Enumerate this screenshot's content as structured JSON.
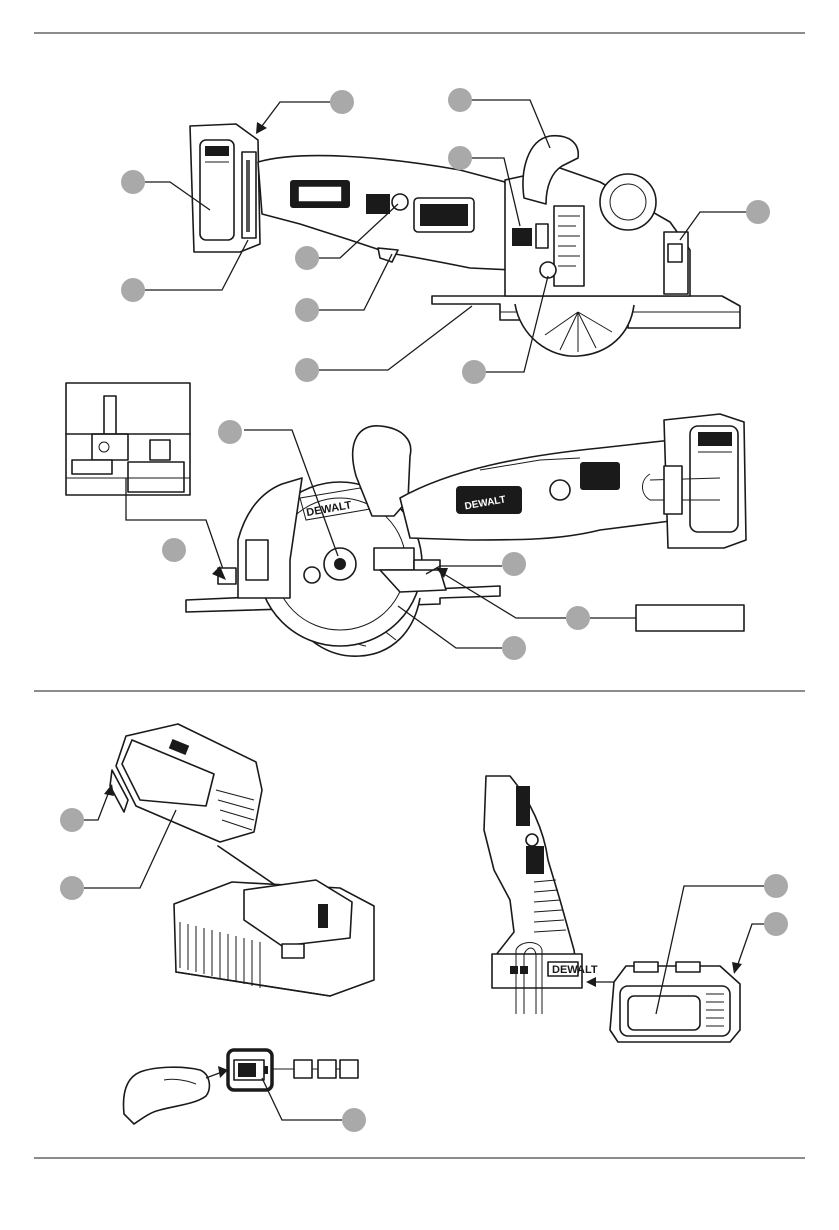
{
  "brand_marks": {
    "saw_main": "DEWALT",
    "saw_side": "DEWALT",
    "battery_side": "DEWALT"
  },
  "colors": {
    "callout_circle": "#a9a9a9",
    "line": "#1a1a1a",
    "background": "#ffffff"
  },
  "icons": [
    "battery-icon",
    "charger-icon",
    "circular-saw-icon",
    "finger-press-icon",
    "fuel-gauge-icon",
    "arrow-icon"
  ]
}
